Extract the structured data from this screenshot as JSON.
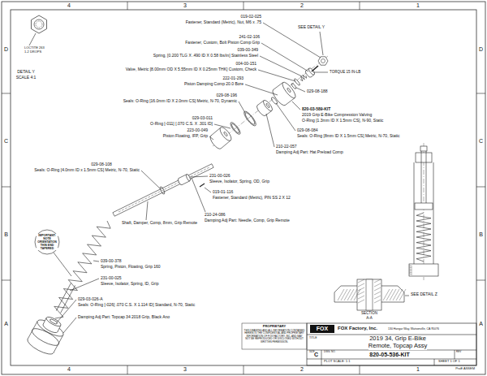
{
  "diagram": {
    "labels": [
      "4",
      "3",
      "2",
      "1",
      "4",
      "3",
      "2",
      "1",
      "D",
      "C",
      "B",
      "A",
      "D",
      "C",
      "B",
      "A",
      "LOCTITE 263",
      "1-2 DROPS",
      "DETAIL Y",
      "SCALE 4:1",
      "019-02-025",
      "Fastener, Standard (Metric), Nut, M6 x .75",
      "241-02-106",
      "Fastener, Custom, Bolt Piston Comp Grip",
      "039-00-349",
      "Spring, [0.200 TLG X .490 ID X 0.58 lbs/in] Stainless Steel",
      "004-00-151",
      "Valve, Metric [8.00mm OD X 5.55mm ID X 0.25mm THK] Custom, Check",
      "222-01-293",
      "Piston Damping Comp 20.0 Bore",
      "029-08-196",
      "Seals: O-Ring [16.0mm ID X 2.0mm CS] Metric, N-70, Dynamic",
      "029-03-011",
      "O-Ring [-011] [.070 C.S. X .301 ID]",
      "223-00-049",
      "Piston Floating, IFP, Grip",
      "SEE DETAIL Y",
      "TORQUE 15 IN-LB",
      "029-08-188",
      "820-03-589-KIT",
      "2019 Grip E-Bike Compression Valving",
      "O-Ring [1.3mm ID X 1.5mm CS], N-90, Static",
      "029-08-084",
      "Seals: O-Ring [8mm ID X 1.5mm CS] Metric, N-70, Static",
      "210-22-057",
      "Damping Adj Part: Hat Preload Comp",
      "029-08-108",
      "Seals: O-Ring [4.0mm ID x 1.5mm CS] Metric, N-70, Static",
      "231-00-026",
      "Sleeve, Isolator, Spring, OD, Grip",
      "019-01-116",
      "Fastener, Standard (Metric), PIN SS 2 X 12",
      "Shaft, Damper, Comp, 8mm, Grip Remote",
      "210-24-086",
      "Damping Adj Part: Needle, Comp, Grip Remote",
      "IMPORTANT: NOTE ORIENTATION THIN END TAPERED",
      "039-00-378",
      "Spring, Piston, Floating, Grip 160",
      "231-00-025",
      "Sleeve, Isolator, Spring, ID, Grip",
      "029-03-026-A",
      "Seals: O-Ring [-026] .070 C.S. X 1.114 ID] Standard, N-70, Static",
      "Damping Adj Part: Topcap 34 2018 Grip, Black Ano",
      "SEE DETAIL Z",
      "SECTION",
      "A-A",
      "PROPRIETARY",
      "THIS DRAWING AND ALL INFORMATION CONTAINED HEREIN IS THE CONFIDENTIAL AND PROPRIETARY INFORMATION OF FOX FACTORY, INC. AND MAY NOT BE REPRODUCED OR DISCLOSED WITHOUT WRITTEN PERMISSION.",
      "FOX",
      "FOX Factory, Inc.",
      "130 Hangar Way, Watsonville, CA 95076",
      "TITLE",
      "2019 34, Grip E-Bike",
      "Remote, Topcap Assy",
      "SIZE",
      "C",
      "DWG. NO.",
      "820-05-536-KIT",
      "REV",
      "PLOT SCALE: 1:1",
      "SHEET 1 OF 1",
      "ProE ASSEM"
    ]
  }
}
